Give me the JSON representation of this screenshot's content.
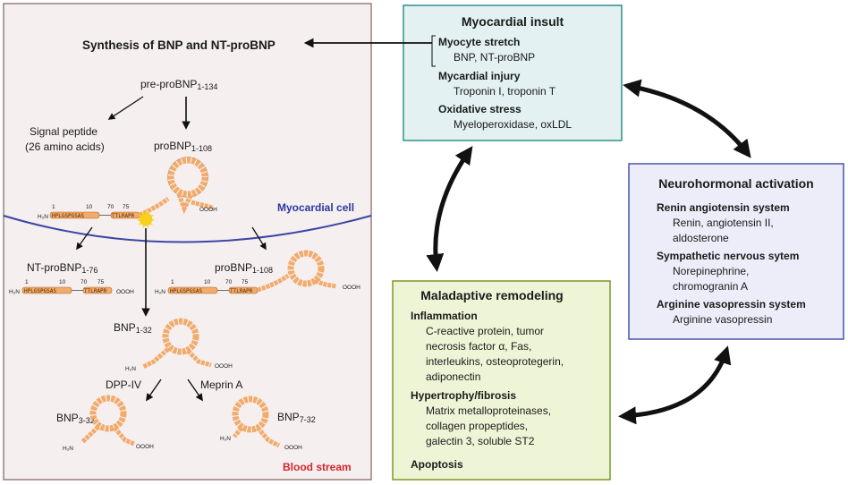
{
  "colors": {
    "left_panel_fill": "#f6efef",
    "left_panel_border": "#8a6b6b",
    "insult_fill": "#e3f1f2",
    "insult_border": "#2f8f93",
    "neuro_fill": "#ecedf8",
    "neuro_border": "#4a52b0",
    "remodel_fill": "#eef4d6",
    "remodel_border": "#7a9a24",
    "cell_membrane": "#3b46a6",
    "membrane_label": "#2a37a3",
    "blood_label": "#d3262c",
    "residue_fill": "#f2ab6a",
    "residue_stroke": "#b06b2a",
    "sun": "#f7d11a"
  },
  "synthesis": {
    "title": "Synthesis of BNP and NT-proBNP",
    "pre_pro": "pre-proBNP",
    "pre_pro_sub": "1-134",
    "signal_peptide": "Signal peptide",
    "signal_amino": "(26 amino acids)",
    "pro_top": "proBNP",
    "pro_top_sub": "1-108",
    "myocardial_cell": "Myocardial cell",
    "nt_pro": "NT-proBNP",
    "nt_pro_sub": "1-76",
    "pro_right": "proBNP",
    "pro_right_sub": "1-108",
    "bnp1": "BNP",
    "bnp1_sub": "1-32",
    "dpp": "DPP-IV",
    "meprin": "Meprin A",
    "bnp3": "BNP",
    "bnp3_sub": "3-32",
    "bnp7": "BNP",
    "bnp7_sub": "7-32",
    "blood_stream": "Blood stream",
    "h2n": "H₂N",
    "cooh": "OOOH",
    "seq_short": "HPLGSPGSAS",
    "seq_mid": "TTLRAPR",
    "num_1": "1",
    "num_10": "10",
    "num_70": "70",
    "num_75": "75"
  },
  "insult": {
    "title": "Myocardial insult",
    "items": [
      {
        "head": "Myocyte stretch",
        "detail": "BNP, NT-proBNP"
      },
      {
        "head": "Mycardial injury",
        "detail": "Troponin I, troponin T"
      },
      {
        "head": "Oxidative stress",
        "detail": "Myeloperoxidase, oxLDL"
      }
    ]
  },
  "neuro": {
    "title": "Neurohormonal activation",
    "items": [
      {
        "head": "Renin angiotensin system",
        "detail": [
          "Renin, angiotensin II,",
          "aldosterone"
        ]
      },
      {
        "head": "Sympathetic nervous sytem",
        "detail": [
          "Norepinephrine,",
          "chromogranin A"
        ]
      },
      {
        "head": "Arginine vasopressin system",
        "detail": [
          "Arginine vasopressin"
        ]
      }
    ]
  },
  "remodel": {
    "title": "Maladaptive remodeling",
    "items": [
      {
        "head": "Inflammation",
        "detail": [
          "C-reactive protein, tumor",
          "necrosis factor α, Fas,",
          "interleukins, osteoprotegerin,",
          "adiponectin"
        ]
      },
      {
        "head": "Hypertrophy/fibrosis",
        "detail": [
          "Matrix metalloproteinases,",
          "collagen propeptides,",
          "galectin 3, soluble ST2"
        ]
      },
      {
        "head": "Apoptosis",
        "detail": []
      }
    ]
  }
}
